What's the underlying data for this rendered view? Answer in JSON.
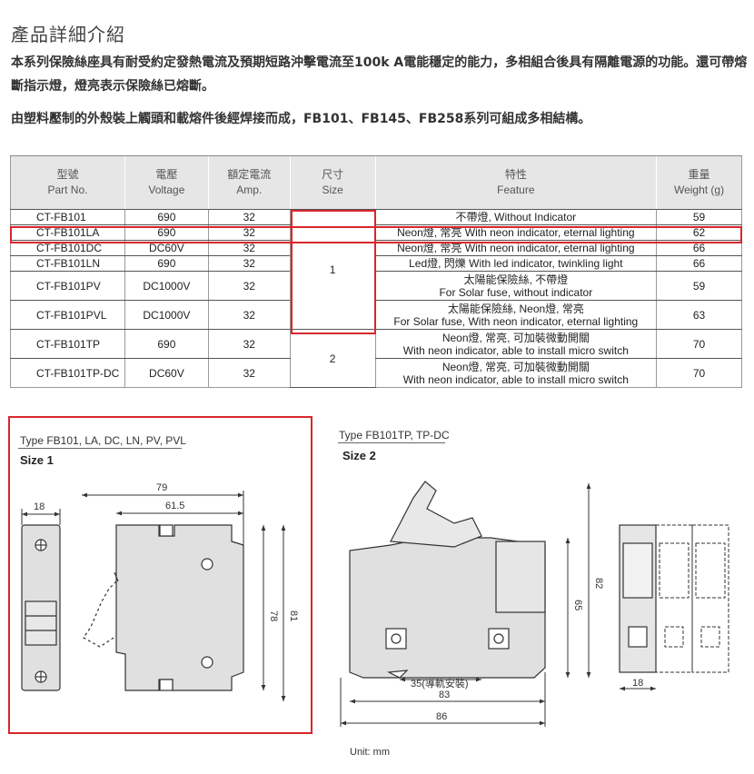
{
  "title": "產品詳細介紹",
  "paragraphs": [
    "本系列保險絲座具有耐受約定發熱電流及預期短路沖擊電流至100k A電能穩定的能力，多相組合後具有隔離電源的功能。還可帶熔斷指示燈，燈亮表示保險絲已熔斷。",
    "由塑料壓制的外殼裝上觸頭和載熔件後經焊接而成，FB101、FB145、FB258系列可組成多相結構。"
  ],
  "table": {
    "headers": [
      {
        "zh": "型號",
        "en": "Part No."
      },
      {
        "zh": "電壓",
        "en": "Voltage"
      },
      {
        "zh": "額定電流",
        "en": "Amp."
      },
      {
        "zh": "尺寸",
        "en": "Size"
      },
      {
        "zh": "特性",
        "en": "Feature"
      },
      {
        "zh": "重量",
        "en": "Weight (g)"
      }
    ],
    "rows": [
      {
        "part": "CT-FB101",
        "voltage": "690",
        "amp": "32",
        "feature_1": "不帶燈, Without Indicator",
        "feature_2": "",
        "weight": "59"
      },
      {
        "part": "CT-FB101LA",
        "voltage": "690",
        "amp": "32",
        "feature_1": "Neon燈, 常亮 With neon indicator, eternal lighting",
        "feature_2": "",
        "weight": "62"
      },
      {
        "part": "CT-FB101DC",
        "voltage": "DC60V",
        "amp": "32",
        "feature_1": "Neon燈, 常亮 With neon indicator, eternal lighting",
        "feature_2": "",
        "weight": "66"
      },
      {
        "part": "CT-FB101LN",
        "voltage": "690",
        "amp": "32",
        "feature_1": "Led燈, 閃爍 With led indicator, twinkling light",
        "feature_2": "",
        "weight": "66"
      },
      {
        "part": "CT-FB101PV",
        "voltage": "DC1000V",
        "amp": "32",
        "feature_1": "太陽能保險絲, 不帶燈",
        "feature_2": "For Solar fuse, without indicator",
        "weight": "59"
      },
      {
        "part": "CT-FB101PVL",
        "voltage": "DC1000V",
        "amp": "32",
        "feature_1": "太陽能保險絲, Neon燈, 常亮",
        "feature_2": "For Solar fuse, With neon indicator, eternal lighting",
        "weight": "63"
      },
      {
        "part": "CT-FB101TP",
        "voltage": "690",
        "amp": "32",
        "feature_1": "Neon燈, 常亮, 可加裝微動開關",
        "feature_2": "With neon indicator, able to install micro switch",
        "weight": "70"
      },
      {
        "part": "CT-FB101TP-DC",
        "voltage": "DC60V",
        "amp": "32",
        "feature_1": "Neon燈, 常亮, 可加裝微動開關",
        "feature_2": "With neon indicator, able to install micro switch",
        "weight": "70"
      }
    ],
    "size_groups": [
      "1",
      "2"
    ]
  },
  "drawing1": {
    "type_label": "Type FB101, LA, DC, LN, PV, PVL",
    "size_label": "Size 1",
    "dims": {
      "width_total": "79",
      "width_inner": "61.5",
      "side_width": "18",
      "height_inner": "78",
      "height_total": "81"
    }
  },
  "drawing2": {
    "type_label": "Type FB101TP, TP-DC",
    "size_label": "Size 2",
    "dims": {
      "rail": "35(導軌安裝)",
      "width_mid": "83",
      "width_total": "86",
      "height_inner": "65",
      "height_total": "82",
      "side_width": "18"
    }
  },
  "unit": "Unit: mm",
  "colors": {
    "highlight": "#d9262c",
    "header_bg": "#e6e6e6",
    "drawing_fill": "#e0e0e0"
  }
}
